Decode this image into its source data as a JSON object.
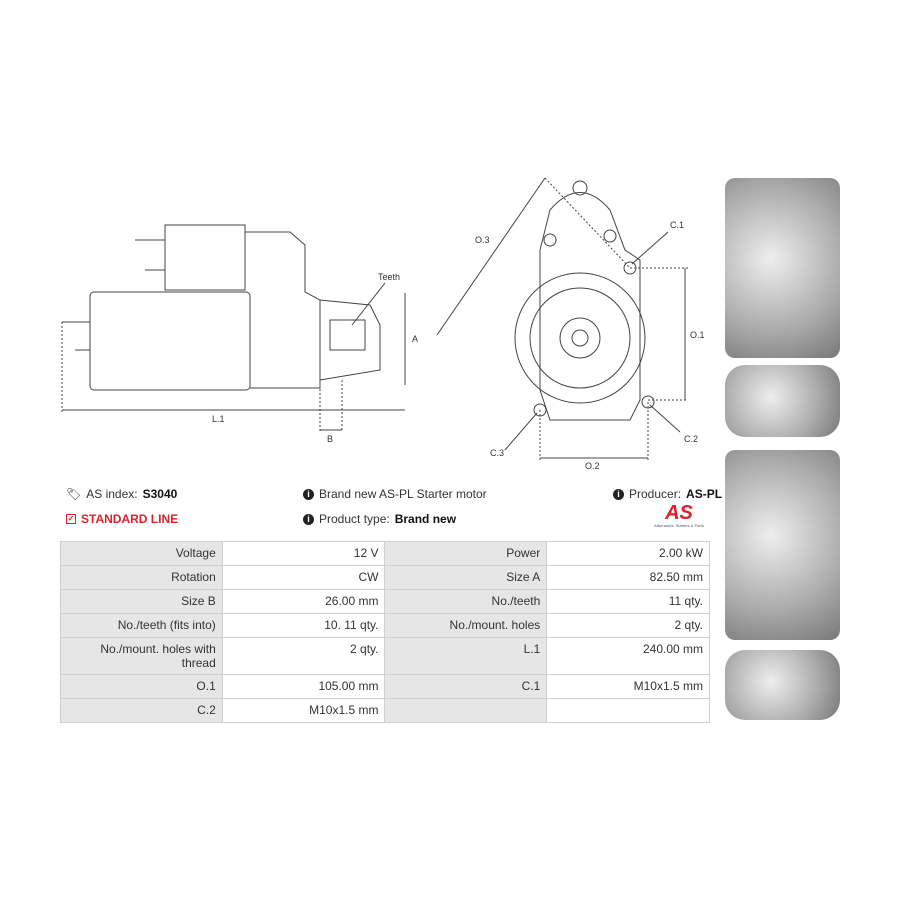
{
  "drawing_labels": {
    "teeth": "Teeth",
    "a": "A",
    "b": "B",
    "l1": "L.1",
    "o3": "O.3",
    "c1": "C.1",
    "o1": "O.1",
    "c2": "C.2",
    "c3": "C.3",
    "o2": "O.2"
  },
  "info": {
    "as_index_label": "AS index:",
    "as_index_value": "S3040",
    "line": "STANDARD LINE",
    "description": "Brand new AS-PL Starter motor",
    "product_type_label": "Product type:",
    "product_type_value": "Brand new",
    "producer_label": "Producer:",
    "producer_value": "AS-PL",
    "logo_text": "AS",
    "logo_tagline": "Alternators, Starters & Parts"
  },
  "colors": {
    "accent": "#e0202a",
    "label_bg": "#e6e6e6"
  },
  "specs": [
    [
      "Voltage",
      "12 V",
      "Power",
      "2.00 kW"
    ],
    [
      "Rotation",
      "CW",
      "Size A",
      "82.50 mm"
    ],
    [
      "Size B",
      "26.00 mm",
      "No./teeth",
      "11 qty."
    ],
    [
      "No./teeth (fits into)",
      "10. 11 qty.",
      "No./mount. holes",
      "2 qty."
    ],
    [
      "No./mount. holes with thread",
      "2 qty.",
      "L.1",
      "240.00 mm"
    ],
    [
      "O.1",
      "105.00 mm",
      "C.1",
      "M10x1.5 mm"
    ],
    [
      "C.2",
      "M10x1.5 mm",
      "",
      ""
    ]
  ]
}
